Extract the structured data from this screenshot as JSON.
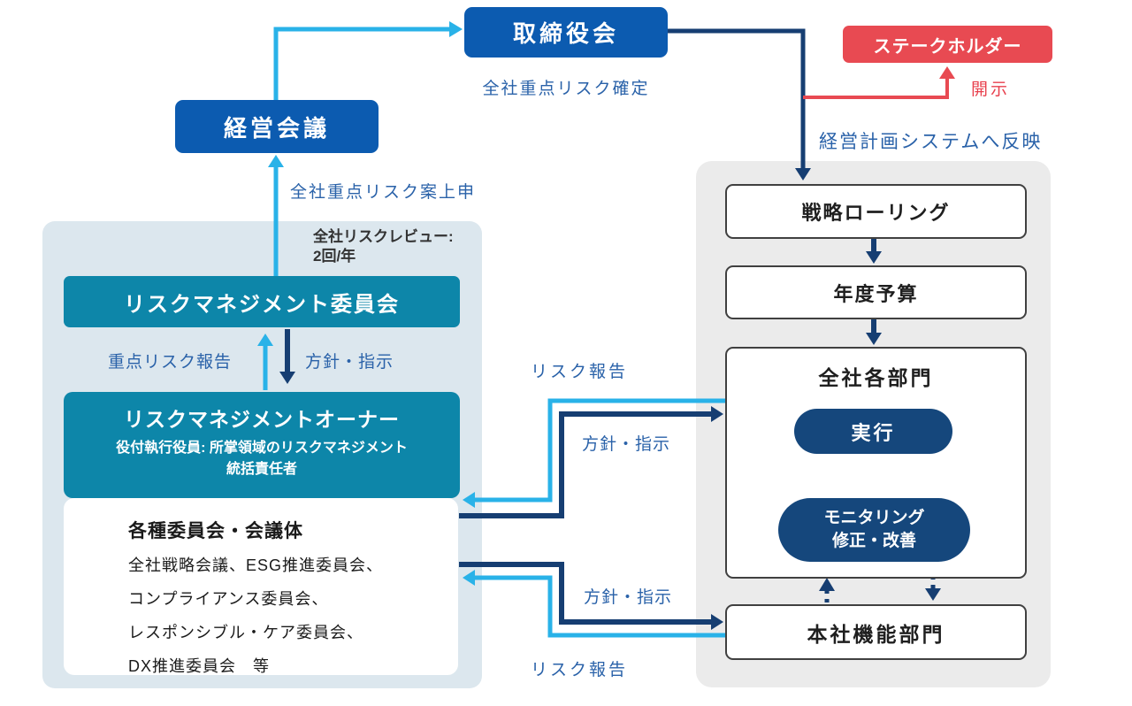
{
  "diagram": {
    "boxes": {
      "board": "取締役会",
      "management_meeting": "経営会議",
      "stakeholder": "ステークホルダー",
      "rm_committee": "リスクマネジメント委員会",
      "rm_owner_title": "リスクマネジメントオーナー",
      "rm_owner_sub_line1": "役付執行役員: 所掌領域のリスクマネジメント",
      "rm_owner_sub_line2": "統括責任者",
      "committees_heading": "各種委員会・会議体",
      "committees_lines": [
        "全社戦略会議、ESG推進委員会、",
        "コンプライアンス委員会、",
        "レスポンシブル・ケア委員会、",
        "DX推進委員会　等"
      ],
      "strategy_rolling": "戦略ローリング",
      "annual_budget": "年度予算",
      "all_departments": "全社各部門",
      "execute": "実行",
      "monitoring_line1": "モニタリング",
      "monitoring_line2": "修正・改善",
      "hq_departments": "本社機能部門"
    },
    "labels": {
      "risk_confirm": "全社重点リスク確定",
      "disclosure": "開示",
      "reflect_to_system": "経営計画システムへ反映",
      "risk_proposal": "全社重点リスク案上申",
      "review_line1": "全社リスクレビュー:",
      "review_line2": "2回/年",
      "priority_risk_report": "重点リスク報告",
      "policy_instruction_committee": "方針・指示",
      "risk_report_upper": "リスク報告",
      "policy_instruction_upper": "方針・指示",
      "policy_instruction_lower": "方針・指示",
      "risk_report_lower": "リスク報告"
    },
    "colors": {
      "blue_box": "#0c5bb0",
      "teal_box": "#0d86a9",
      "navy_arrow": "#163e72",
      "cyan_arrow": "#29b2e8",
      "red": "#e84a52",
      "label_text": "#2a62a9",
      "left_panel_bg": "#dce7ee",
      "right_panel_bg": "#ebebeb",
      "cycle_arrow_gray": "#7d7d7d"
    }
  }
}
